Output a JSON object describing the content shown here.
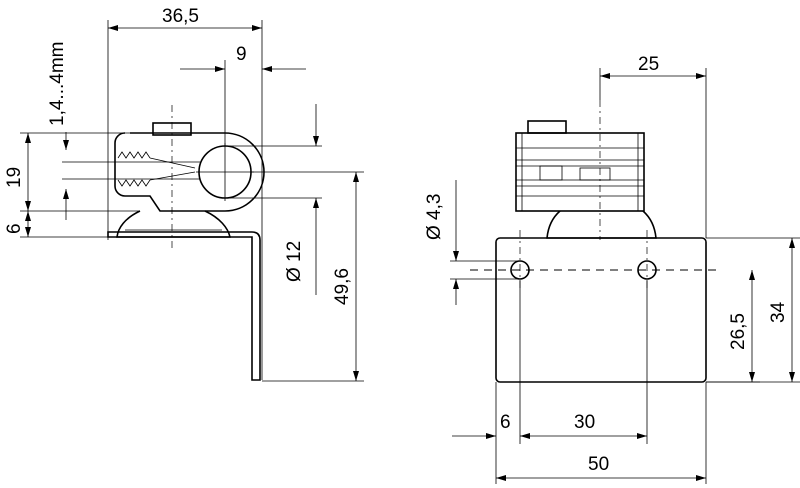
{
  "dimensions": {
    "width_total": "36,5",
    "clamp_offset": "9",
    "cable_range": "1,4...4mm",
    "height_19": "19",
    "height_6": "6",
    "bore_diameter": "Ø 12",
    "height_total": "49,6",
    "top_width": "25",
    "hole_diameter": "Ø 4,3",
    "hole_height": "26,5",
    "plate_height": "34",
    "hole_edge": "6",
    "hole_spacing": "30",
    "plate_width": "50"
  },
  "colors": {
    "line": "#000000",
    "background": "#ffffff"
  }
}
